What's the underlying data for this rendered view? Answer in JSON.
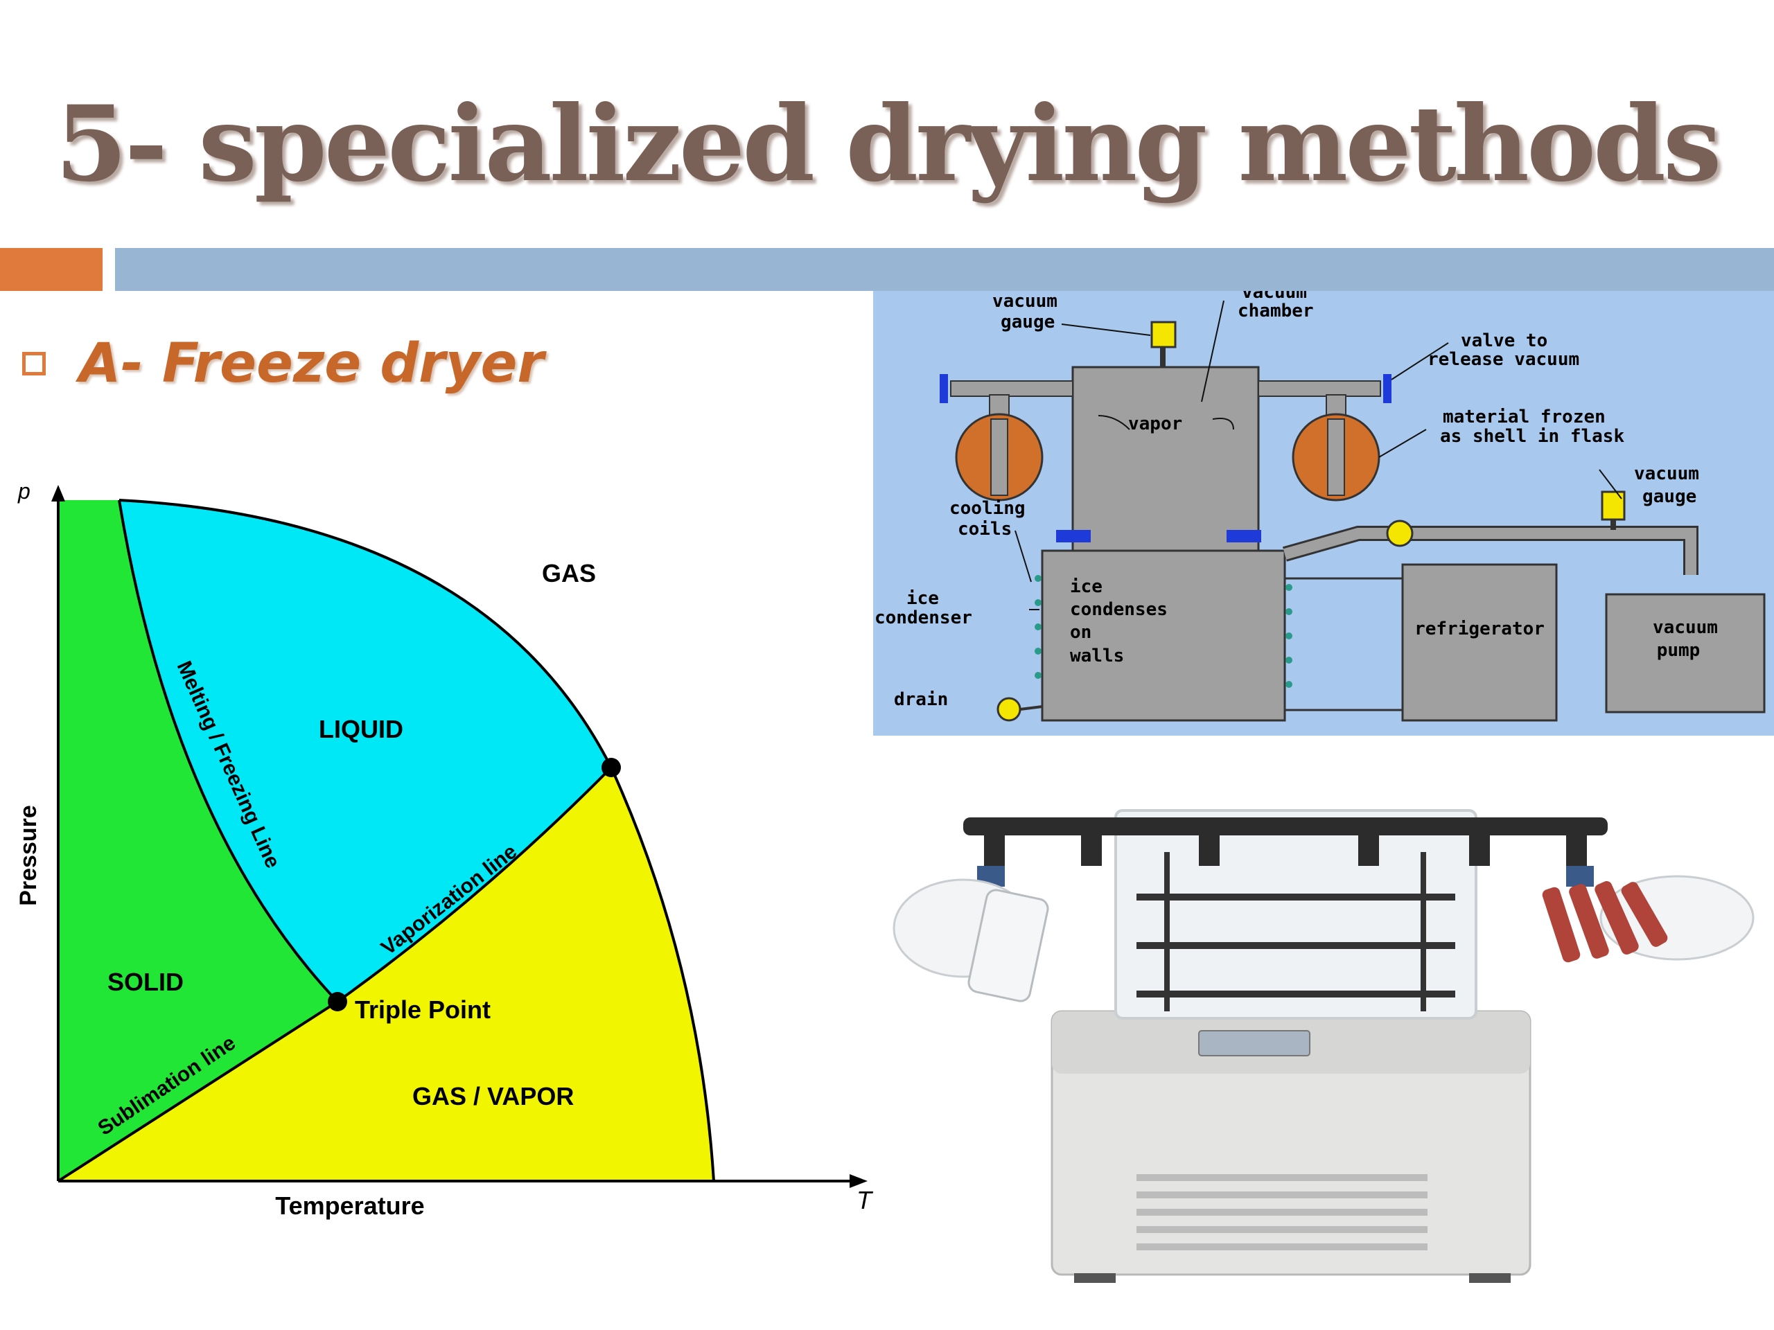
{
  "slide": {
    "title": "5- specialized drying methods",
    "bullet": "A- Freeze dryer",
    "colors": {
      "title": "#7a6158",
      "accent_orange": "#e07a3c",
      "accent_blue": "#98b6d4",
      "bullet_text": "#c8672a"
    }
  },
  "phase_diagram": {
    "axis_y_symbol": "p",
    "axis_x_symbol": "T",
    "y_label": "Pressure",
    "x_label": "Temperature",
    "regions": {
      "gas": "GAS",
      "liquid": "LIQUID",
      "solid": "SOLID",
      "gas_vapor": "GAS / VAPOR"
    },
    "lines": {
      "melting": "Melting / Freezing Line",
      "vaporization": "Vaporization line",
      "sublimation": "Sublimation line"
    },
    "points": {
      "triple": "Triple Point"
    },
    "colors": {
      "solid": "#21e636",
      "liquid": "#00e8f6",
      "vapor": "#f2f500"
    }
  },
  "schematic": {
    "labels": {
      "vacuum_gauge_top": [
        "vacuum",
        "gauge"
      ],
      "vacuum_chamber": [
        "vacuum",
        "chamber"
      ],
      "valve": [
        "valve to",
        "release vacuum"
      ],
      "vapor": "vapor",
      "material": [
        "material frozen",
        "as shell in flask"
      ],
      "vacuum_gauge_right": [
        "vacuum",
        "gauge"
      ],
      "cooling_coils": [
        "cooling",
        "coils"
      ],
      "ice_condenser": [
        "ice",
        "condenser"
      ],
      "ice_condenses": [
        "ice",
        "condenses",
        "on",
        "walls"
      ],
      "refrigerator": "refrigerator",
      "vacuum_pump": [
        "vacuum",
        "pump"
      ],
      "drain": "drain"
    },
    "colors": {
      "background": "#a8c8ee",
      "body": "#a0a0a0",
      "flask": "#d0702a",
      "gauge": "#f4e600",
      "flange": "#1e3ad8"
    }
  },
  "photo": {
    "icon": "freeze-dryer-machine-icon"
  }
}
